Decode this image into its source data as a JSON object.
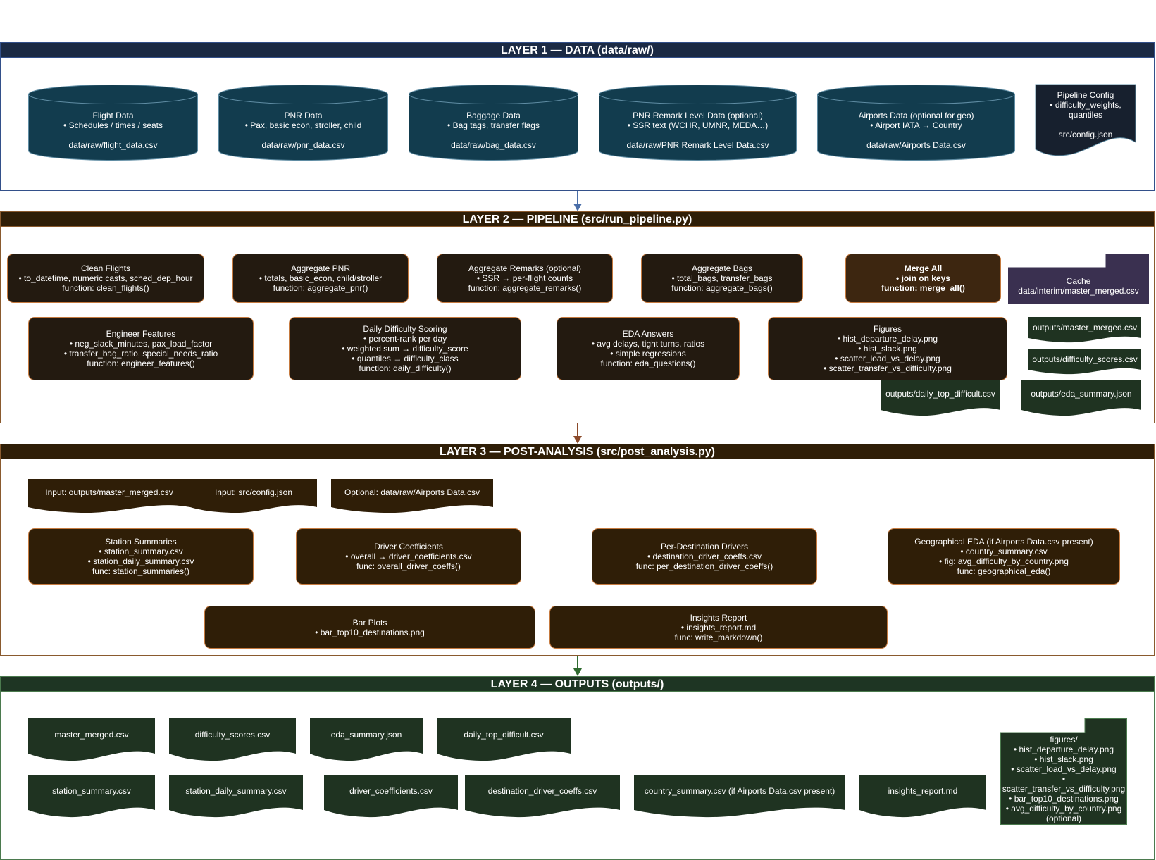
{
  "colors": {
    "layer1": "#1b2a44",
    "layer1_border": "#33508a",
    "layer2": "#2f1e07",
    "layer2_border": "#8a5a2e",
    "layer3": "#2f1e07",
    "layer4": "#1e3523",
    "layer4_border": "#4b7a4e",
    "cyl": "#123c4e",
    "cyl_border": "#5f8ca3",
    "proc": "#231a10",
    "proc_border": "#c57a3f",
    "merge": "#3d2610",
    "cache": "#3a3050",
    "doc_green": "#1f3321",
    "arrow_blue": "#4a6ea8",
    "arrow_brown": "#8b4a2a",
    "arrow_green": "#2f6a2f"
  },
  "layers": [
    {
      "title": "LAYER 1 — DATA (data/raw/)"
    },
    {
      "title": "LAYER 2 — PIPELINE (src/run_pipeline.py)"
    },
    {
      "title": "LAYER 3 — POST-ANALYSIS (src/post_analysis.py)"
    },
    {
      "title": "LAYER 4 — OUTPUTS (outputs/)"
    }
  ],
  "layer1": {
    "sources": [
      {
        "text": "Flight Data\n• Schedules / times / seats\n\ndata/raw/flight_data.csv"
      },
      {
        "text": "PNR Data\n• Pax, basic econ, stroller, child\n\ndata/raw/pnr_data.csv"
      },
      {
        "text": "Baggage Data\n• Bag tags, transfer flags\n\ndata/raw/bag_data.csv"
      },
      {
        "text": "PNR Remark Level Data (optional)\n• SSR text (WCHR, UMNR, MEDA…)\n\ndata/raw/PNR Remark Level Data.csv"
      },
      {
        "text": "Airports Data (optional for geo)\n• Airport IATA → Country\n\ndata/raw/Airports Data.csv"
      }
    ],
    "config": {
      "text": "Pipeline Config\n• difficulty_weights,\nquantiles\n\nsrc/config.json"
    }
  },
  "layer2": {
    "row1": [
      {
        "text": "Clean Flights\n• to_datetime, numeric casts, sched_dep_hour\nfunction: clean_flights()"
      },
      {
        "text": "Aggregate PNR\n• totals, basic_econ, child/stroller\nfunction: aggregate_pnr()"
      },
      {
        "text": "Aggregate Remarks (optional)\n• SSR → per-flight counts\nfunction: aggregate_remarks()"
      },
      {
        "text": "Aggregate Bags\n• total_bags, transfer_bags\nfunction: aggregate_bags()"
      }
    ],
    "merge": {
      "text": "Merge All\n• join on keys\nfunction: merge_all()"
    },
    "cache": {
      "text": "Cache\ndata/interim/master_merged.csv"
    },
    "row2": [
      {
        "text": "Engineer Features\n• neg_slack_minutes, pax_load_factor\n• transfer_bag_ratio, special_needs_ratio\nfunction: engineer_features()"
      },
      {
        "text": "Daily Difficulty Scoring\n• percent-rank per day\n• weighted sum → difficulty_score\n• quantiles → difficulty_class\nfunction: daily_difficulty()"
      },
      {
        "text": "EDA Answers\n• avg delays, tight turns, ratios\n• simple regressions\nfunction: eda_questions()"
      },
      {
        "text": "Figures\n• hist_departure_delay.png\n• hist_slack.png\n• scatter_load_vs_delay.png\n• scatter_transfer_vs_difficulty.png"
      }
    ],
    "outputs": [
      {
        "text": "outputs/master_merged.csv"
      },
      {
        "text": "outputs/difficulty_scores.csv"
      },
      {
        "text": "outputs/daily_top_difficult.csv"
      },
      {
        "text": "outputs/eda_summary.json"
      }
    ]
  },
  "layer3": {
    "inputs": [
      {
        "text": "Input: outputs/master_merged.csv"
      },
      {
        "text": "Input: src/config.json"
      },
      {
        "text": "Optional: data/raw/Airports Data.csv"
      }
    ],
    "procs": [
      {
        "text": "Station Summaries\n• station_summary.csv\n• station_daily_summary.csv\nfunc: station_summaries()"
      },
      {
        "text": "Driver Coefficients\n• overall → driver_coefficients.csv\nfunc: overall_driver_coeffs()"
      },
      {
        "text": "Per-Destination Drivers\n• destination_driver_coeffs.csv\nfunc: per_destination_driver_coeffs()"
      },
      {
        "text": "Geographical EDA (if Airports Data.csv present)\n• country_summary.csv\n• fig: avg_difficulty_by_country.png\nfunc: geographical_eda()"
      },
      {
        "text": "Bar Plots\n• bar_top10_destinations.png"
      },
      {
        "text": "Insights Report\n• insights_report.md\nfunc: write_markdown()"
      }
    ]
  },
  "layer4": {
    "row1": [
      {
        "text": "master_merged.csv"
      },
      {
        "text": "difficulty_scores.csv"
      },
      {
        "text": "eda_summary.json"
      },
      {
        "text": "daily_top_difficult.csv"
      }
    ],
    "row2": [
      {
        "text": "station_summary.csv"
      },
      {
        "text": "station_daily_summary.csv"
      },
      {
        "text": "driver_coefficients.csv"
      },
      {
        "text": "destination_driver_coeffs.csv"
      },
      {
        "text": "country_summary.csv (if Airports Data.csv present)"
      },
      {
        "text": "insights_report.md"
      }
    ],
    "figures": {
      "text": "figures/\n• hist_departure_delay.png\n• hist_slack.png\n• scatter_load_vs_delay.png\n•\nscatter_transfer_vs_difficulty.png\n• bar_top10_destinations.png\n• avg_difficulty_by_country.png\n(optional)"
    }
  }
}
